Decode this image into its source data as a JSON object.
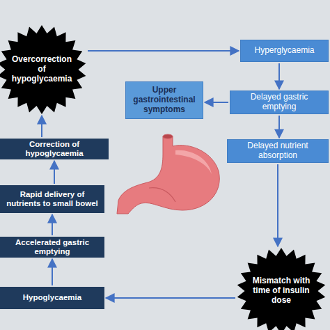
{
  "diagram": {
    "nodes": [
      {
        "text": [
          "Overcorrection of hypoglycaemia"
        ]
      },
      {
        "text": [
          "Hyperglycaemia"
        ]
      },
      {
        "text": [
          "Upper gastrointestinal symptoms"
        ]
      },
      {
        "text": [
          "Delayed gastric emptying"
        ]
      },
      {
        "text": [
          "Delayed nutrient absorption"
        ]
      },
      {
        "text": [
          "Correction of hypoglycaemia"
        ]
      },
      {
        "text": [
          "Rapid delivery of nutrients to small bowel"
        ]
      },
      {
        "text": [
          "Accelerated gastric emptying"
        ]
      },
      {
        "text": [
          "Mismatch with time of insulin dose"
        ]
      },
      {
        "text": [
          "Hypoglycaemia"
        ]
      }
    ],
    "edges": [
      {
        "from": 0,
        "to": 1,
        "arrow": "to"
      },
      {
        "from": 1,
        "to": 3,
        "arrow": "to"
      },
      {
        "from": 3,
        "to": 2,
        "arrow": "to"
      },
      {
        "from": 3,
        "to": 4,
        "arrow": "to"
      },
      {
        "from": 4,
        "to": 8,
        "arrow": "to"
      },
      {
        "from": 8,
        "to": 9,
        "arrow": "to"
      },
      {
        "from": 9,
        "to": 7,
        "arrow": "to"
      },
      {
        "from": 7,
        "to": 6,
        "arrow": "to"
      },
      {
        "from": 6,
        "to": 5,
        "arrow": "to"
      },
      {
        "from": 5,
        "to": 0,
        "arrow": "to"
      }
    ]
  }
}
